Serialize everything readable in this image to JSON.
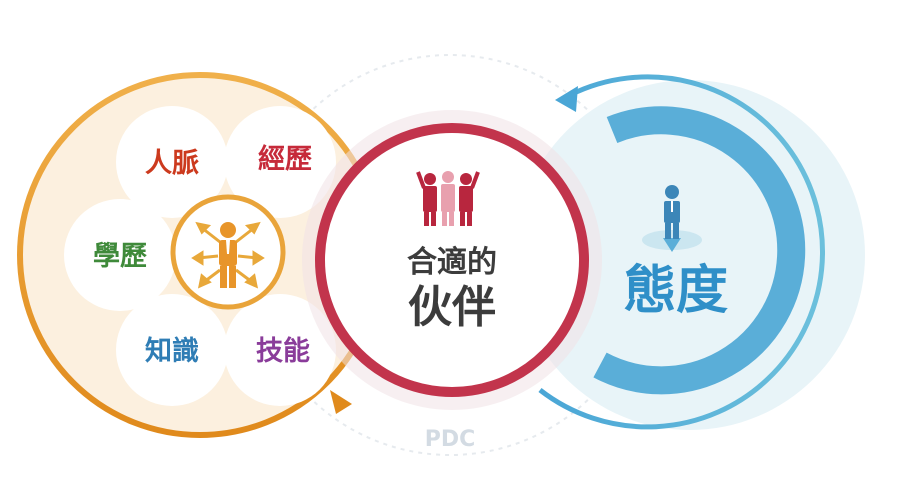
{
  "left_cluster": {
    "items": [
      {
        "label": "人脈",
        "color": "#cc3a1e"
      },
      {
        "label": "經歷",
        "color": "#c62a3a"
      },
      {
        "label": "學歷",
        "color": "#3f8a3a"
      },
      {
        "label": "知識",
        "color": "#2f7db5"
      },
      {
        "label": "技能",
        "color": "#8a3c9a"
      }
    ],
    "ring_color": "#e9a43a",
    "fill_color": "#fcf0df",
    "center_icon": "person-with-arrows-icon"
  },
  "center": {
    "line1": "合適的",
    "line2": "伙伴",
    "ring_color": "#c2344c",
    "icon": "team-group-icon"
  },
  "right": {
    "label": "態度",
    "ring_color": "#5aaed8",
    "fill_color": "#e8f4f8",
    "icon": "standing-person-icon"
  },
  "footer_text": "PDC"
}
